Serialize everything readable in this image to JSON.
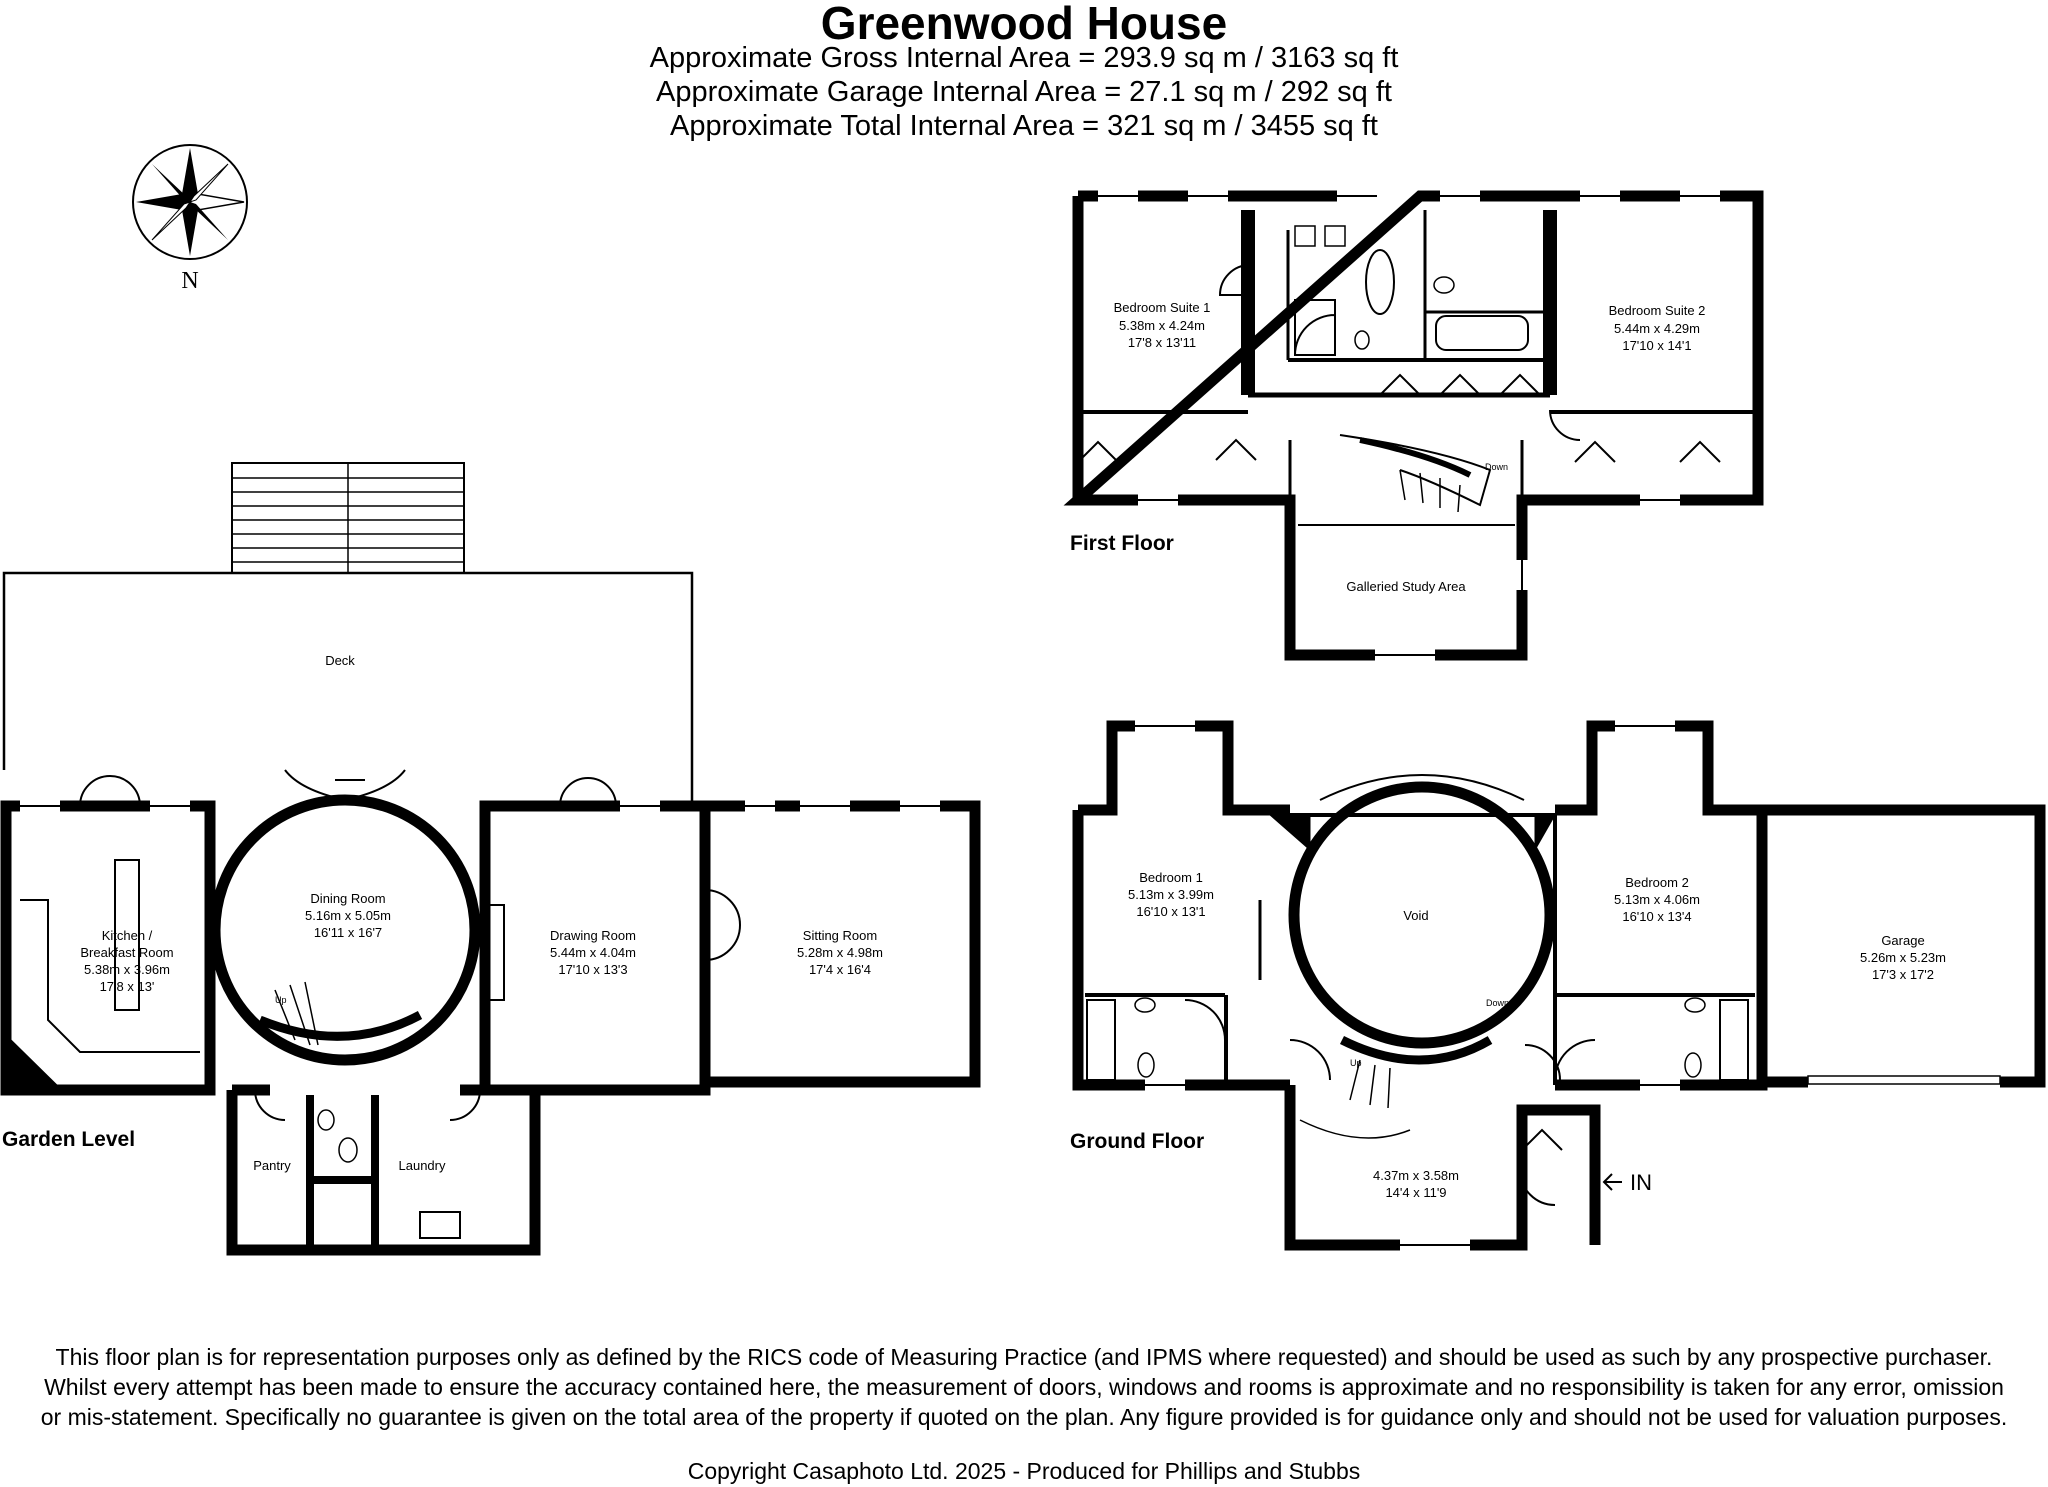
{
  "header": {
    "title": "Greenwood House",
    "gross_area": "Approximate Gross Internal Area = 293.9 sq m / 3163 sq ft",
    "garage_area": "Approximate Garage Internal Area = 27.1 sq m / 292 sq ft",
    "total_area": "Approximate Total Internal Area = 321 sq m / 3455 sq ft"
  },
  "compass": {
    "label": "N"
  },
  "floors": {
    "first": "First Floor",
    "ground": "Ground Floor",
    "garden": "Garden Level"
  },
  "rooms": {
    "bedroom_suite_1": {
      "name": "Bedroom Suite 1",
      "metric": "5.38m x 4.24m",
      "imperial": "17'8 x 13'11"
    },
    "bedroom_suite_2": {
      "name": "Bedroom Suite 2",
      "metric": "5.44m x 4.29m",
      "imperial": "17'10 x 14'1"
    },
    "galleried_study": {
      "name": "Galleried Study Area"
    },
    "first_down": "Down",
    "deck": {
      "name": "Deck"
    },
    "kitchen": {
      "name1": "Kitchen /",
      "name2": "Breakfast Room",
      "metric": "5.38m x 3.96m",
      "imperial": "17'8 x 13'"
    },
    "dining": {
      "name": "Dining Room",
      "metric": "5.16m x 5.05m",
      "imperial": "16'11 x 16'7"
    },
    "drawing": {
      "name": "Drawing Room",
      "metric": "5.44m x 4.04m",
      "imperial": "17'10 x 13'3"
    },
    "sitting": {
      "name": "Sitting Room",
      "metric": "5.28m x 4.98m",
      "imperial": "17'4 x 16'4"
    },
    "pantry": {
      "name": "Pantry"
    },
    "laundry": {
      "name": "Laundry"
    },
    "garden_up": "Up",
    "bedroom_1": {
      "name": "Bedroom 1",
      "metric": "5.13m x 3.99m",
      "imperial": "16'10 x 13'1"
    },
    "void": {
      "name": "Void"
    },
    "bedroom_2": {
      "name": "Bedroom 2",
      "metric": "5.13m x 4.06m",
      "imperial": "16'10 x 13'4"
    },
    "garage": {
      "name": "Garage",
      "metric": "5.26m x 5.23m",
      "imperial": "17'3 x 17'2"
    },
    "entrance_hall": {
      "metric": "4.37m x 3.58m",
      "imperial": "14'4 x 11'9"
    },
    "ground_up": "Up",
    "ground_down": "Down",
    "entry": "IN"
  },
  "footer": {
    "disclaimer": "This floor plan is for representation purposes only as defined by the RICS code of Measuring Practice (and IPMS where requested) and should be used as such by any prospective purchaser. Whilst every attempt has been made to ensure the accuracy contained here, the measurement of doors, windows and rooms is approximate and no responsibility is taken for any error, omission or mis-statement. Specifically no guarantee is given on the total area of the property if quoted on the plan. Any figure provided is for guidance only and should not be used for valuation purposes.",
    "copyright": "Copyright Casaphoto Ltd. 2025 - Produced for Phillips and Stubbs"
  }
}
